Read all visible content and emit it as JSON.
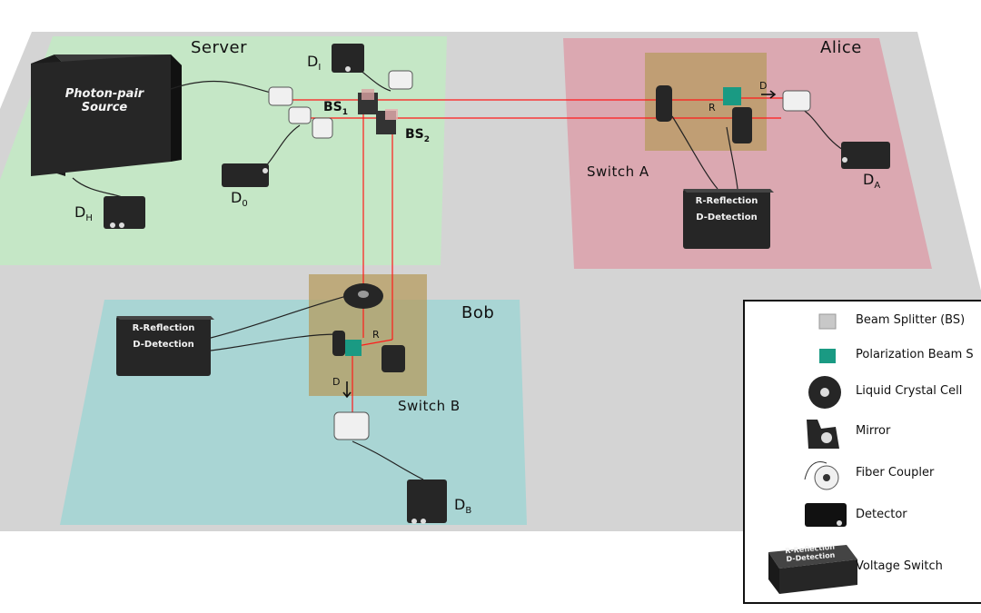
{
  "regions": {
    "server": {
      "title": "Server"
    },
    "alice": {
      "title": "Alice"
    },
    "bob": {
      "title": "Bob"
    }
  },
  "components": {
    "source_line1": "Photon-pair",
    "source_line2": "Source",
    "bs1": {
      "main": "BS",
      "sub": "1"
    },
    "bs2": {
      "main": "BS",
      "sub": "2"
    },
    "d_i": {
      "main": "D",
      "sub": "I"
    },
    "d_0": {
      "main": "D",
      "sub": "0"
    },
    "d_h": {
      "main": "D",
      "sub": "H"
    },
    "d_a": {
      "main": "D",
      "sub": "A"
    },
    "d_b": {
      "main": "D",
      "sub": "B"
    },
    "switch_a": "Switch A",
    "switch_b": "Switch B",
    "voltage_box_line1": "R-Reflection",
    "voltage_box_line2": "D-Detection",
    "arrow_d": "D",
    "arrow_r": "R"
  },
  "legend": {
    "items": [
      {
        "label": "Beam Splitter (BS)",
        "icon": "beam-splitter-icon"
      },
      {
        "label": "Polarization Beam S",
        "icon": "polarization-beam-splitter-icon"
      },
      {
        "label": "Liquid Crystal Cell",
        "icon": "liquid-crystal-cell-icon"
      },
      {
        "label": "Mirror",
        "icon": "mirror-icon"
      },
      {
        "label": "Fiber Coupler",
        "icon": "fiber-coupler-icon"
      },
      {
        "label": "Detector",
        "icon": "detector-icon"
      },
      {
        "label": "Voltage Switch",
        "icon": "voltage-switch-icon"
      }
    ],
    "voltage_icon_line1": "R-Reflection",
    "voltage_icon_line2": "D-Detection"
  },
  "colors": {
    "table": "#d4d4d4",
    "server_region": "#c5e7c6",
    "alice_region": "#dba8b1",
    "bob_region": "#a9d5d4",
    "switch_box": "#b59a5a",
    "laser": "#ff1a1a",
    "pbs": "#1a9a83",
    "device": "#262626"
  }
}
